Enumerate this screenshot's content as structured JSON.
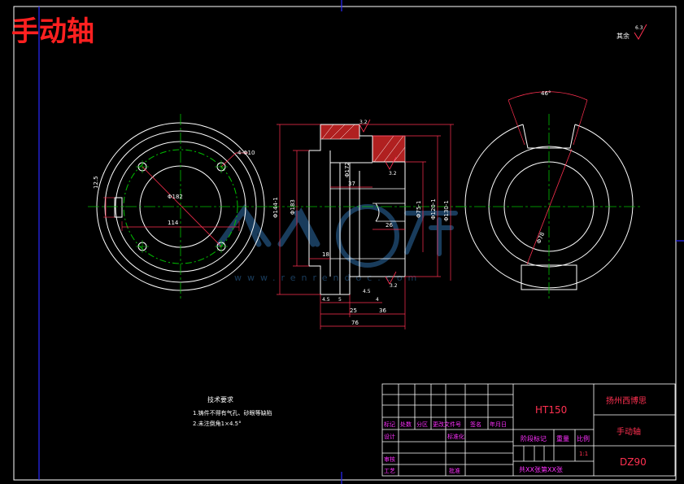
{
  "sheet": {
    "title": "手动轴",
    "roughness_note": "其余",
    "roughness_value": "6.3"
  },
  "front_view": {
    "dim_hole": "4-Φ10",
    "dim_pcd": "Φ182",
    "dim_width": "114",
    "dim_side": "12.5"
  },
  "section_view": {
    "dim_outer_dia": "Φ144-1",
    "dim_big_dia": "Φ183",
    "dim_bore": "Φ172",
    "dim_d1": "Φ75-1",
    "dim_d2": "Φ120-1",
    "dim_d3": "Φ130-1",
    "dim_37": "37",
    "dim_26": "26",
    "dim_18": "18",
    "dim_4_5_a": "4.5",
    "dim_4_5_b": "4.5",
    "dim_5": "5",
    "dim_4": "4",
    "dim_25": "25",
    "dim_36": "36",
    "dim_76": "76",
    "rough_top": "3.2",
    "rough_mid": "3.2",
    "rough_bot": "3.2"
  },
  "right_view": {
    "dim_angle": "46°",
    "dim_dia": "Φ78"
  },
  "watermark": {
    "text": "www.renrendoc.com"
  },
  "tech_req": {
    "heading": "技术要求",
    "line1": "1.铸件不得有气孔、砂眼等缺陷",
    "line2": "2.未注倒角1×4.5°"
  },
  "title_block": {
    "material": "HT150",
    "company": "扬州西博思",
    "part_name": "手动轴",
    "drawing_no": "DZ90",
    "row_labels": [
      "标记",
      "处数",
      "分区",
      "更改文件号",
      "签名",
      "年月日"
    ],
    "design": "设计",
    "standardize": "标准化",
    "stage_mark": "阶段标记",
    "weight": "重量",
    "scale": "比例",
    "scale_value": "1:1",
    "review": "审核",
    "process": "工艺",
    "approve": "批准",
    "sheets": "共XX张第XX张"
  }
}
